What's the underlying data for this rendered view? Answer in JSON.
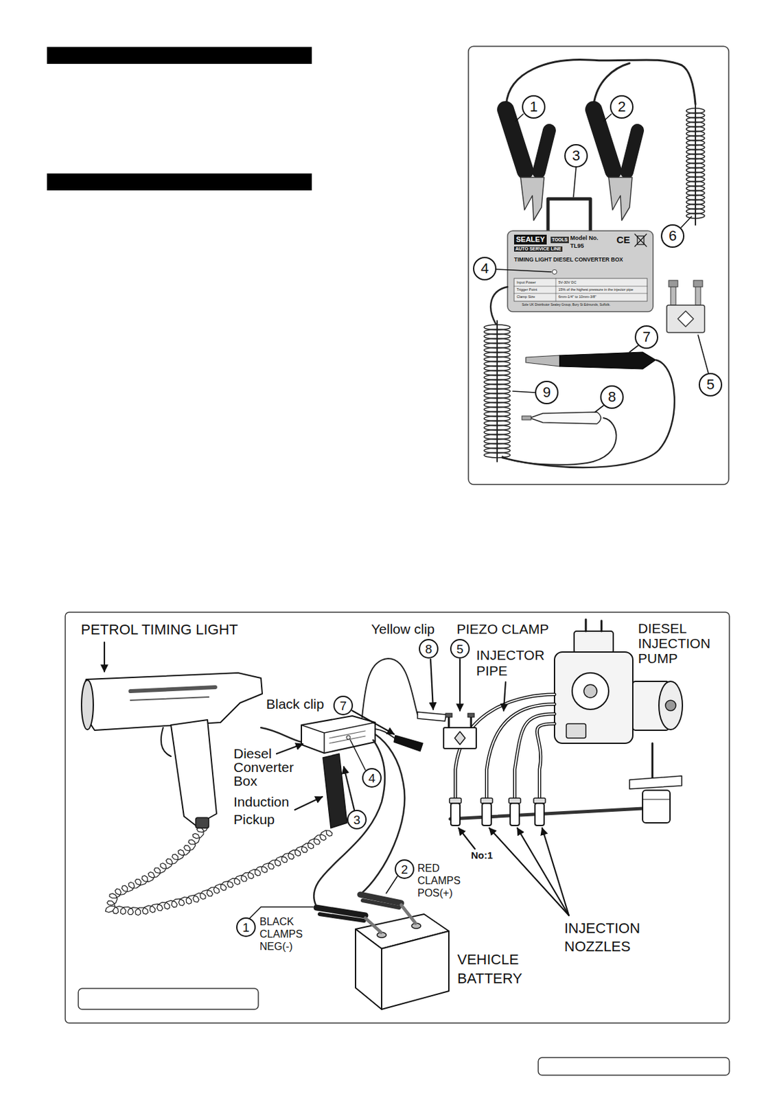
{
  "diagram": {
    "nodes": [
      {
        "text": [
          "1"
        ]
      },
      {
        "text": [
          "2"
        ]
      },
      {
        "text": [
          "3"
        ]
      },
      {
        "text": [
          "6"
        ]
      },
      {
        "text": [
          "4"
        ]
      },
      {
        "text": [
          "7"
        ]
      },
      {
        "text": [
          "9"
        ]
      },
      {
        "text": [
          "8"
        ]
      },
      {
        "text": [
          "5"
        ]
      },
      {
        "text": [
          "8"
        ]
      },
      {
        "text": [
          "5"
        ]
      },
      {
        "text": [
          "7"
        ]
      },
      {
        "text": [
          "4"
        ]
      },
      {
        "text": [
          "3"
        ]
      },
      {
        "text": [
          "2"
        ]
      },
      {
        "text": [
          "1"
        ]
      }
    ],
    "labels": [
      "SEALEY",
      "TOOLS",
      "AUTO SERVICE LINE",
      "Model No.",
      "TL95",
      "CE",
      "TIMING LIGHT DIESEL CONVERTER BOX",
      "Input Power",
      "5V-30V DC",
      "Trigger Point",
      "15% of the highest pressure in the injector pipe",
      "Clamp Size",
      "6mm-1/4\" to 10mm-3/8\"",
      "Sole UK Distributor Sealey Group, Bury St Edmunds, Suffolk.",
      "PETROL TIMING LIGHT",
      "Yellow clip",
      "PIEZO CLAMP",
      "DIESEL INJECTION PUMP",
      "INJECTOR PIPE",
      "Black clip",
      "Diesel Converter Box",
      "Induction Pickup",
      "No:1",
      "RED CLAMPS POS(+)",
      "BLACK CLAMPS NEG(-)",
      "INJECTION NOZZLES",
      "VEHICLE BATTERY"
    ]
  }
}
